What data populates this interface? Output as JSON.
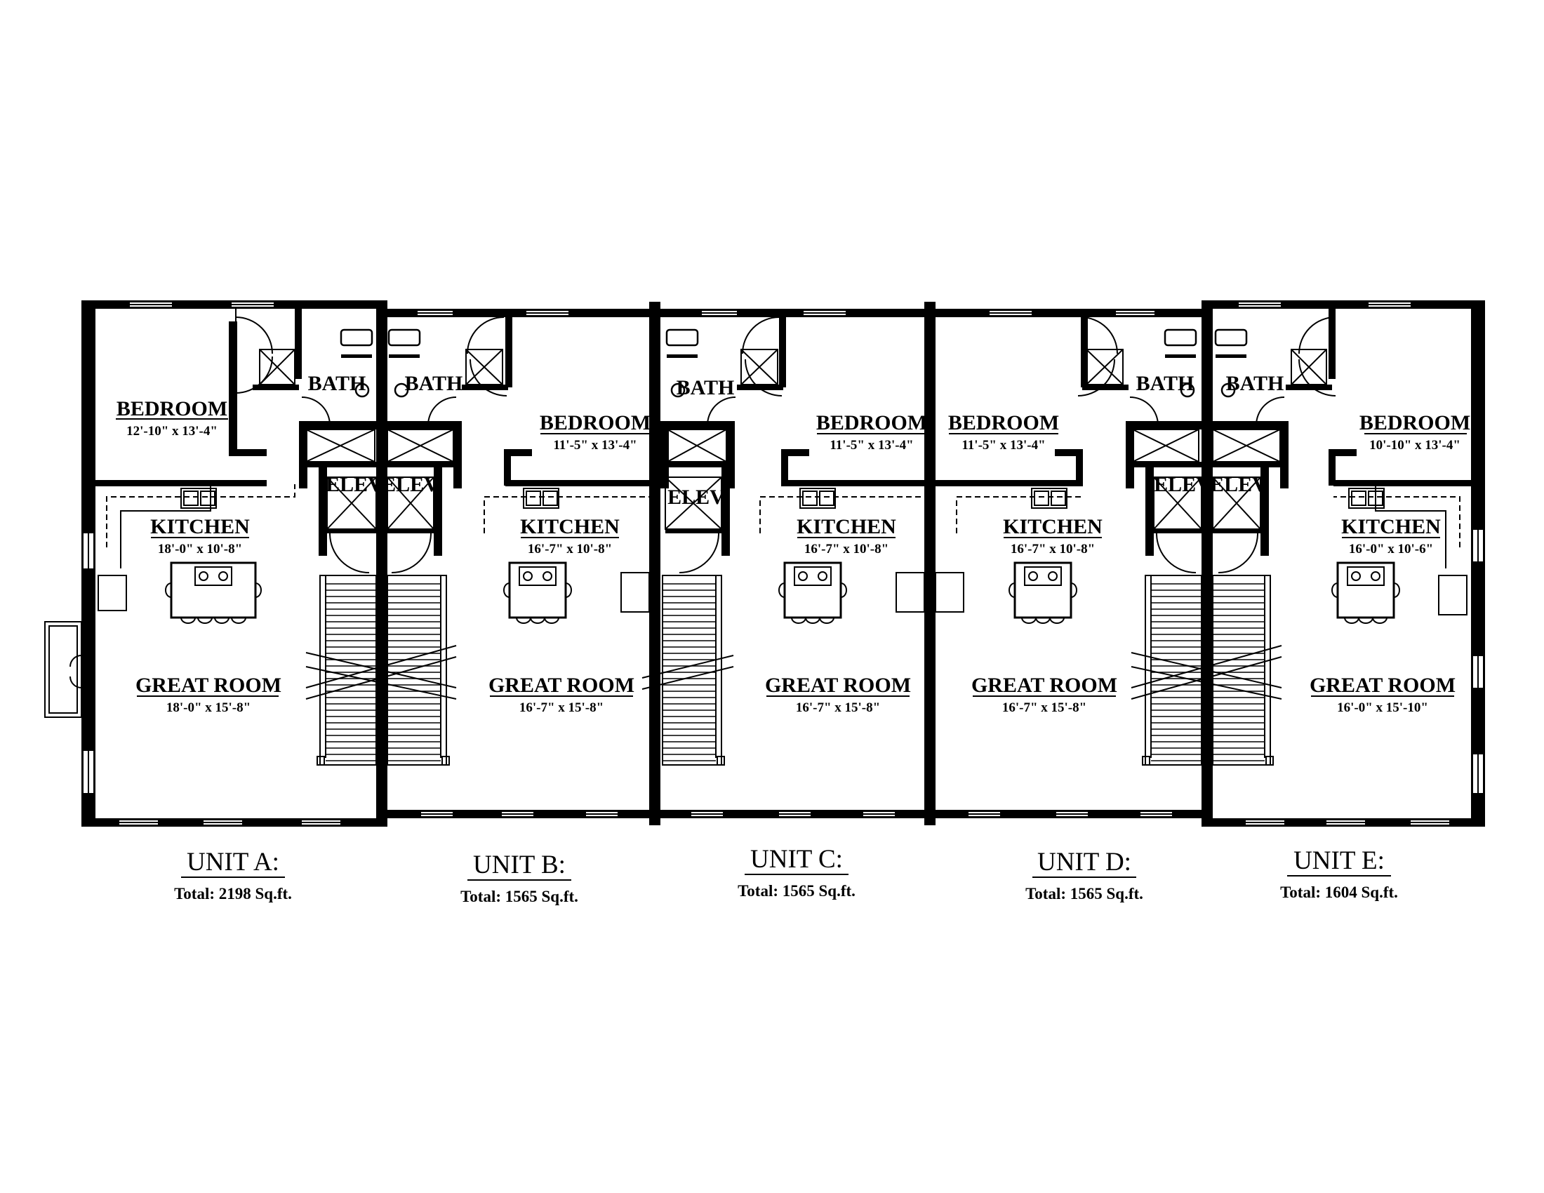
{
  "drawing": {
    "units": [
      {
        "title": "UNIT A:",
        "total": "Total: 2198 Sq.ft.",
        "bedroom": {
          "name": "BEDROOM",
          "dims": "12'-10\" x 13'-4\""
        },
        "kitchen": {
          "name": "KITCHEN",
          "dims": "18'-0\" x 10'-8\""
        },
        "great_room": {
          "name": "GREAT ROOM",
          "dims": "18'-0\" x 15'-8\""
        },
        "bath": "BATH",
        "elev": "ELEV"
      },
      {
        "title": "UNIT B:",
        "total": "Total: 1565 Sq.ft.",
        "bedroom": {
          "name": "BEDROOM",
          "dims": "11'-5\" x 13'-4\""
        },
        "kitchen": {
          "name": "KITCHEN",
          "dims": "16'-7\" x 10'-8\""
        },
        "great_room": {
          "name": "GREAT ROOM",
          "dims": "16'-7\" x 15'-8\""
        },
        "bath": "BATH",
        "elev": "ELEV"
      },
      {
        "title": "UNIT C:",
        "total": "Total: 1565 Sq.ft.",
        "bedroom": {
          "name": "BEDROOM",
          "dims": "11'-5\" x 13'-4\""
        },
        "kitchen": {
          "name": "KITCHEN",
          "dims": "16'-7\" x 10'-8\""
        },
        "great_room": {
          "name": "GREAT ROOM",
          "dims": "16'-7\" x 15'-8\""
        },
        "bath": "BATH",
        "elev": "ELEV"
      },
      {
        "title": "UNIT D:",
        "total": "Total: 1565 Sq.ft.",
        "bedroom": {
          "name": "BEDROOM",
          "dims": "11'-5\" x 13'-4\""
        },
        "kitchen": {
          "name": "KITCHEN",
          "dims": "16'-7\" x 10'-8\""
        },
        "great_room": {
          "name": "GREAT ROOM",
          "dims": "16'-7\" x 15'-8\""
        },
        "bath": "BATH",
        "elev": "ELEV"
      },
      {
        "title": "UNIT E:",
        "total": "Total: 1604 Sq.ft.",
        "bedroom": {
          "name": "BEDROOM",
          "dims": "10'-10\" x 13'-4\""
        },
        "kitchen": {
          "name": "KITCHEN",
          "dims": "16'-0\" x 10'-6\""
        },
        "great_room": {
          "name": "GREAT ROOM",
          "dims": "16'-0\" x 15'-10\""
        },
        "bath": "BATH",
        "elev": "ELEV"
      }
    ],
    "colors": {
      "ink": "#000000",
      "paper": "#ffffff"
    }
  }
}
